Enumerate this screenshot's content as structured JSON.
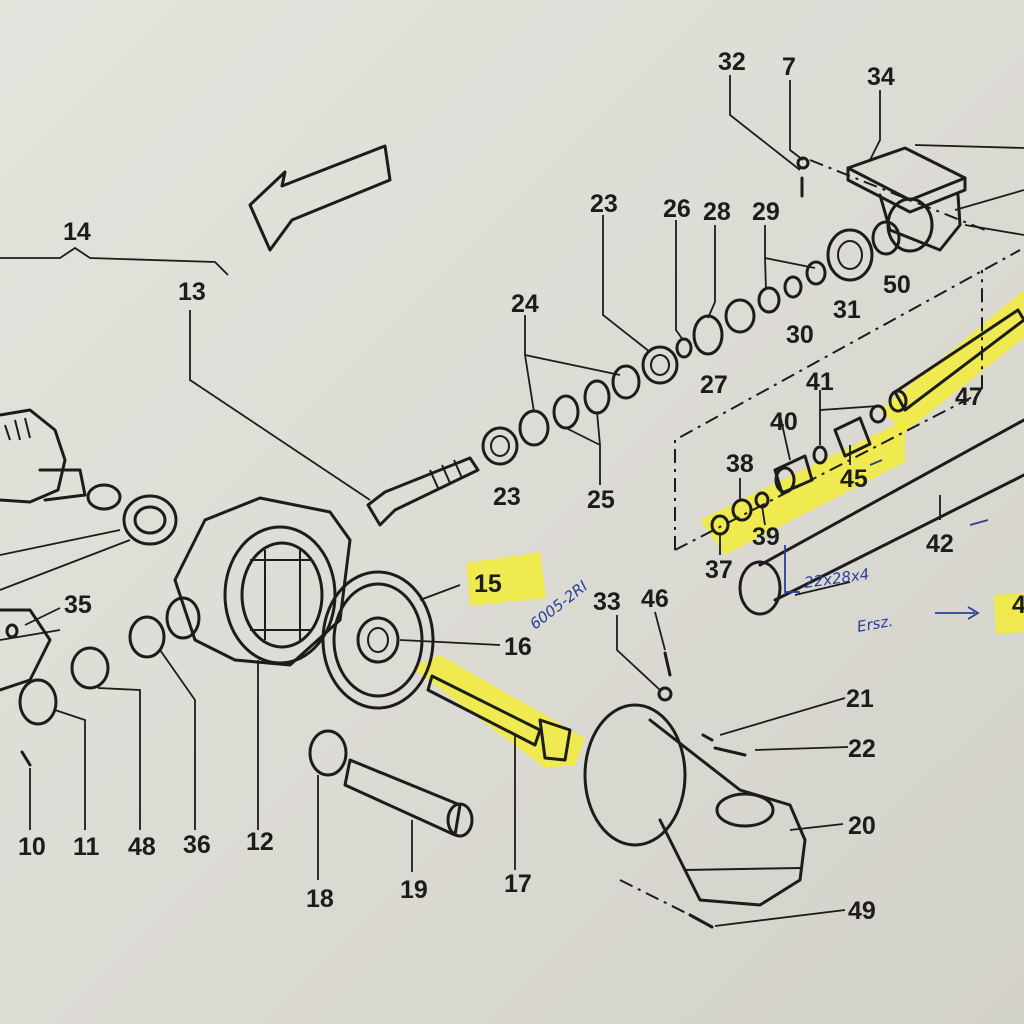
{
  "labels": {
    "p14": "14",
    "p13": "13",
    "p23a": "23",
    "p24": "24",
    "p23b": "23",
    "p25": "25",
    "p26": "26",
    "p28": "28",
    "p29": "29",
    "p27": "27",
    "p30": "30",
    "p31": "31",
    "p50": "50",
    "p32": "32",
    "p7": "7",
    "p34": "34",
    "p47": "47",
    "p41": "41",
    "p40": "40",
    "p38": "38",
    "p45": "45",
    "p39": "39",
    "p37": "37",
    "p42": "42",
    "p35": "35",
    "p15": "15",
    "p16": "16",
    "p33": "33",
    "p46": "46",
    "p21": "21",
    "p22": "22",
    "p20": "20",
    "p49": "49",
    "p10": "10",
    "p11": "11",
    "p48": "48",
    "p36": "36",
    "p12": "12",
    "p18": "18",
    "p19": "19",
    "p17": "17"
  },
  "annotations": {
    "bearing_note": "6005-2RI",
    "seal_size": "22x28x4",
    "ersatz": "Ersz.",
    "arrow": "→",
    "edge_label": "4"
  },
  "colors": {
    "paper": "#e0dfd8",
    "ink": "#1c1c1c",
    "highlighter": "#f4ee2a",
    "pen": "#2b3f9a"
  },
  "icons": {
    "direction_arrow": "arrow-left-icon"
  }
}
